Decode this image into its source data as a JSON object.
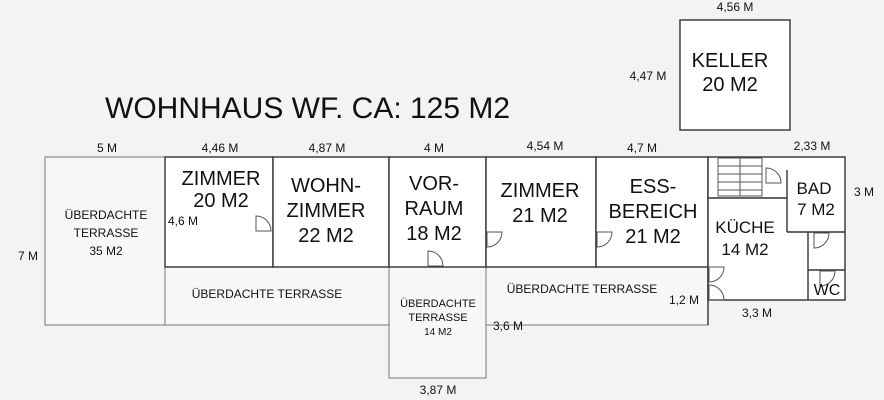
{
  "title": "WOHNHAUS WF. CA: 125 M2",
  "keller": {
    "name": "KELLER",
    "area": "20 M2",
    "width": "4,56 M",
    "depth": "4,47 M"
  },
  "rooms": {
    "terrasse_left": {
      "name": "ÜBERDACHTE",
      "name2": "TERRASSE",
      "area": "35 M2"
    },
    "zimmer1": {
      "name": "ZIMMER",
      "area": "20 M2",
      "depth": "4,6 M"
    },
    "wohnzimmer": {
      "name": "WOHN-",
      "name2": "ZIMMER",
      "area": "22 M2"
    },
    "vorraum": {
      "name": "VOR-",
      "name2": "RAUM",
      "area": "18 M2"
    },
    "zimmer2": {
      "name": "ZIMMER",
      "area": "21 M2"
    },
    "essbereich": {
      "name": "ESS-",
      "name2": "BEREICH",
      "area": "21 M2"
    },
    "kueche": {
      "name": "KÜCHE",
      "area": "14 M2"
    },
    "bad": {
      "name": "BAD",
      "area": "7 M2"
    },
    "wc": {
      "name": "WC"
    },
    "terrasse_bottom_left": {
      "name": "ÜBERDACHTE TERRASSE"
    },
    "terrasse_bottom_right": {
      "name": "ÜBERDACHTE TERRASSE"
    },
    "terrasse_entry": {
      "name": "ÜBERDACHTE",
      "name2": "TERRASSE",
      "area": "14 M2"
    }
  },
  "dimensions": {
    "terrasse_width": "5 M",
    "zimmer1_width": "4,46 M",
    "wohnzimmer_width": "4,87 M",
    "vorraum_width": "4 M",
    "zimmer2_width": "4,54 M",
    "essbereich_width": "4,7 M",
    "bad_width": "2,33 M",
    "bad_depth": "3 M",
    "house_depth": "7 M",
    "terrace_strip_depth": "1,2 M",
    "entry_depth": "3,6 M",
    "entry_width": "3,87 M",
    "wc_width": "3,3 M"
  }
}
